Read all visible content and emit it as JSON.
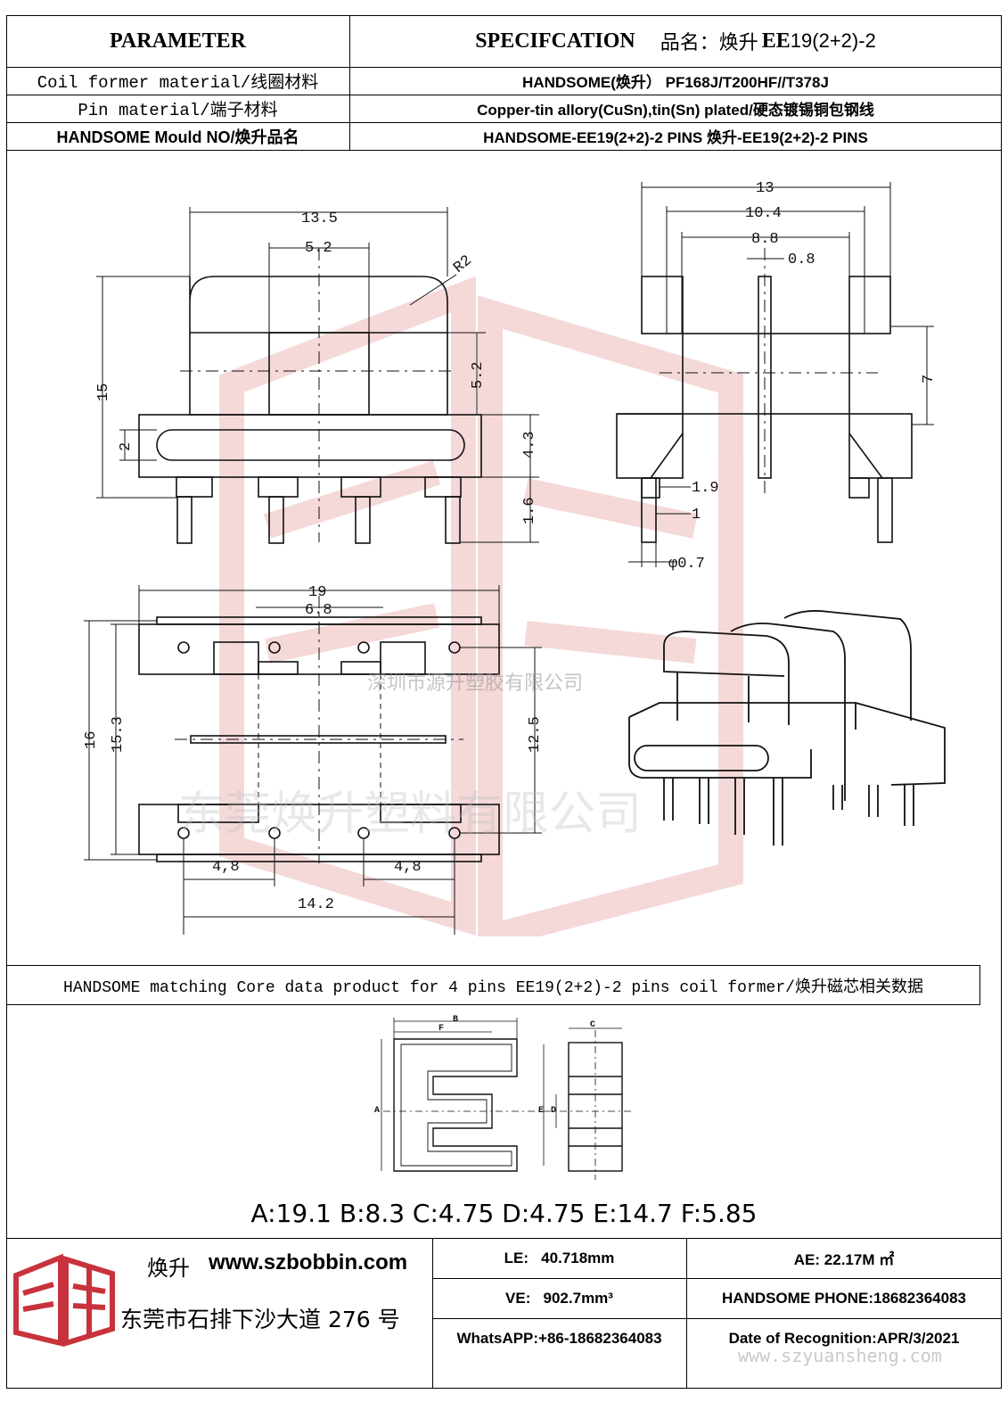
{
  "header": {
    "parameter_label": "PARAMETER",
    "spec_label": "SPECIFCATION",
    "product_prefix": "品名：焕升",
    "product_code": "EE",
    "product_suffix": "19(2+2)-2"
  },
  "rows": [
    {
      "label": "Coil former material/线圈材料",
      "value": "HANDSOME(焕升）  PF168J/T200HF//T378J"
    },
    {
      "label": "Pin material/端子材料",
      "value": "Copper-tin allory(CuSn),tin(Sn) plated/硬态镀锡铜包钢线"
    },
    {
      "label": "HANDSOME Mould NO/焕升品名",
      "value": "HANDSOME-EE19(2+2)-2 PINS    焕升-EE19(2+2)-2 PINS"
    }
  ],
  "drawing": {
    "dims_front": [
      "13.5",
      "5.2",
      "R2",
      "15",
      "5.2",
      "2",
      "4.3",
      "1.6"
    ],
    "dims_side": [
      "13",
      "10.4",
      "8.8",
      "0.8",
      "7",
      "1.9",
      "1",
      "φ0.7"
    ],
    "dims_bottom": [
      "19",
      "6.8",
      "16",
      "15.3",
      "12.5",
      "4,8",
      "4,8",
      "14.2"
    ]
  },
  "watermarks": {
    "line1": "深圳市源升塑胶有限公司",
    "line2": "东莞焕升塑料有限公司",
    "footer": "www.szyuansheng.com"
  },
  "core_section": {
    "title": "HANDSOME matching Core data  product for 4 pins EE19(2+2)-2 pins coil former/焕升磁芯相关数据",
    "labels": [
      "B",
      "F",
      "C",
      "A",
      "E",
      "D"
    ],
    "values": "A:19.1 B:8.3 C:4.75 D:4.75 E:14.7 F:5.85"
  },
  "footer": {
    "brand": "焕升",
    "website": "www.szbobbin.com",
    "address": "东莞市石排下沙大道 276 号",
    "le": "LE:   40.718mm",
    "ve": "VE:   902.7mm³",
    "whatsapp": "WhatsAPP:+86-18682364083",
    "ae": "AE: 22.17M ㎡",
    "phone": "HANDSOME PHONE:18682364083",
    "date": "Date of Recognition:APR/3/2021"
  },
  "colors": {
    "logo_red": "#c8323c",
    "watermark_red": "#f3c9c9"
  }
}
